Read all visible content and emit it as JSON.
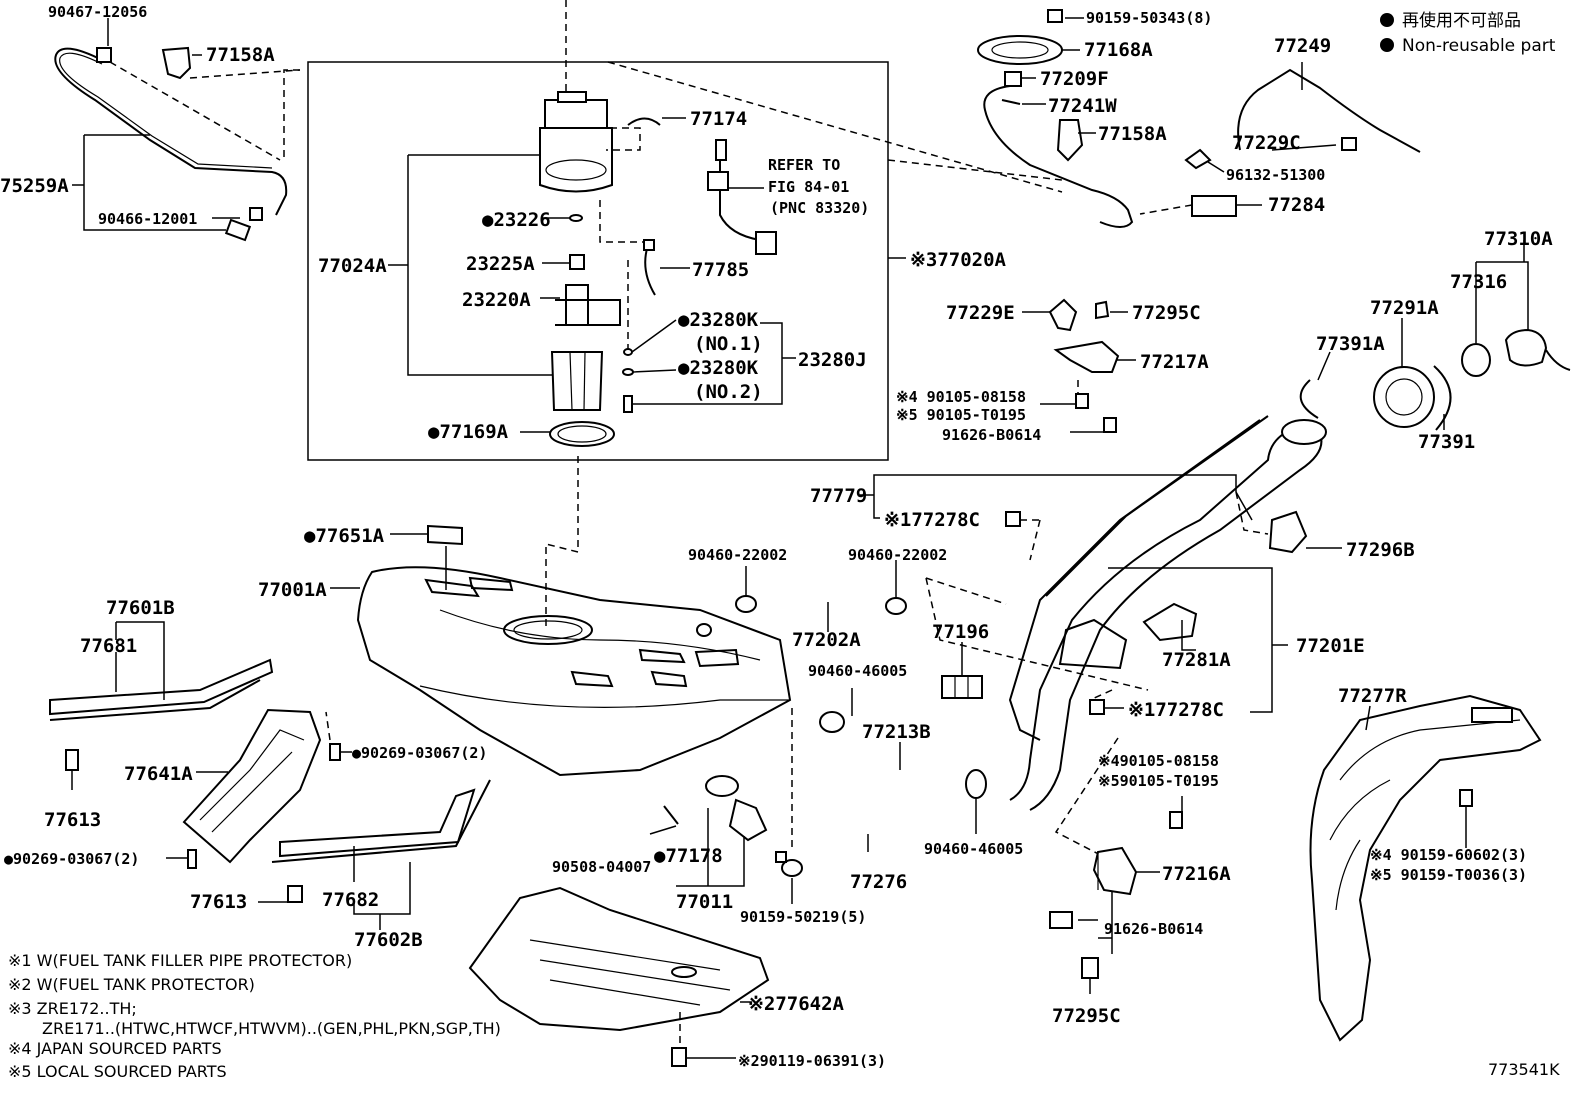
{
  "legend": {
    "ja": "再使用不可部品",
    "en": "Non-reusable part",
    "bullet": "●"
  },
  "figure_id": "773541K",
  "notes": [
    "※1 W(FUEL TANK FILLER PIPE PROTECTOR)",
    "※2 W(FUEL TANK PROTECTOR)",
    "※3 ZRE172..TH;",
    "ZRE171..(HTWC,HTWCF,HTWVM)..(GEN,PHL,PKN,SGP,TH)",
    "※4 JAPAN SOURCED PARTS",
    "※5 LOCAL SOURCED PARTS"
  ],
  "refer": {
    "line1": "REFER TO",
    "line2": "FIG 84-01",
    "line3": "(PNC 83320)"
  },
  "labels": {
    "p90467_12056": "90467-12056",
    "p77158A_a": "77158A",
    "p75259A": "75259A",
    "p90466_12001": "90466-12001",
    "p77174": "77174",
    "p23226": "●23226",
    "p77024A": "77024A",
    "p23225A": "23225A",
    "p77785": "77785",
    "p23220A": "23220A",
    "p23280K_1": "●23280K",
    "p23280K_1b": "(NO.1)",
    "p23280K_2": "●23280K",
    "p23280K_2b": "(NO.2)",
    "p23280J": "23280J",
    "p77169A": "●77169A",
    "p77020A": "※377020A",
    "p90159_50343": "90159-50343(8)",
    "p77168A": "77168A",
    "p77209F": "77209F",
    "p77241W": "77241W",
    "p77158A_b": "77158A",
    "p77249": "77249",
    "p77229C": "77229C",
    "p96132_51300": "96132-51300",
    "p77284": "77284",
    "p77310A": "77310A",
    "p77316": "77316",
    "p77291A": "77291A",
    "p77391A": "77391A",
    "p77391": "77391",
    "p77229E": "77229E",
    "p77295C_a": "77295C",
    "p77217A": "77217A",
    "p90105_08158_a": "※4 90105-08158",
    "p90105_T0195_a": "※5 90105-T0195",
    "p91626_B0614_a": "91626-B0614",
    "p77779": "77779",
    "p77278C_a": "※177278C",
    "p77296B": "77296B",
    "p77651A": "●77651A",
    "p77001A": "77001A",
    "p90460_22002_a": "90460-22002",
    "p90460_22002_b": "90460-22002",
    "p77202A": "77202A",
    "p77196": "77196",
    "p77281A": "77281A",
    "p77201E": "77201E",
    "p77601B": "77601B",
    "p77681": "77681",
    "p90460_46005_a": "90460-46005",
    "p77278C_b": "※177278C",
    "p77277R": "77277R",
    "p77213B": "77213B",
    "p90269_03067_a": "●90269-03067(2)",
    "p77641A": "77641A",
    "p77613_a": "77613",
    "p90105_08158_b": "※490105-08158",
    "p90105_T0195_b": "※590105-T0195",
    "p90460_46005_b": "90460-46005",
    "p90159_60602": "※4 90159-60602(3)",
    "p90159_T0036": "※5 90159-T0036(3)",
    "p90269_03067_b": "●90269-03067(2)",
    "p90508_04007": "90508-04007",
    "p77178": "●77178",
    "p77276": "77276",
    "p77216A": "77216A",
    "p77613_b": "77613",
    "p77682": "77682",
    "p77011": "77011",
    "p90159_50219": "90159-50219(5)",
    "p91626_B0614_b": "91626-B0614",
    "p77602B": "77602B",
    "p77642A": "※277642A",
    "p77295C_b": "77295C",
    "p90119_06391": "※290119-06391(3)"
  }
}
